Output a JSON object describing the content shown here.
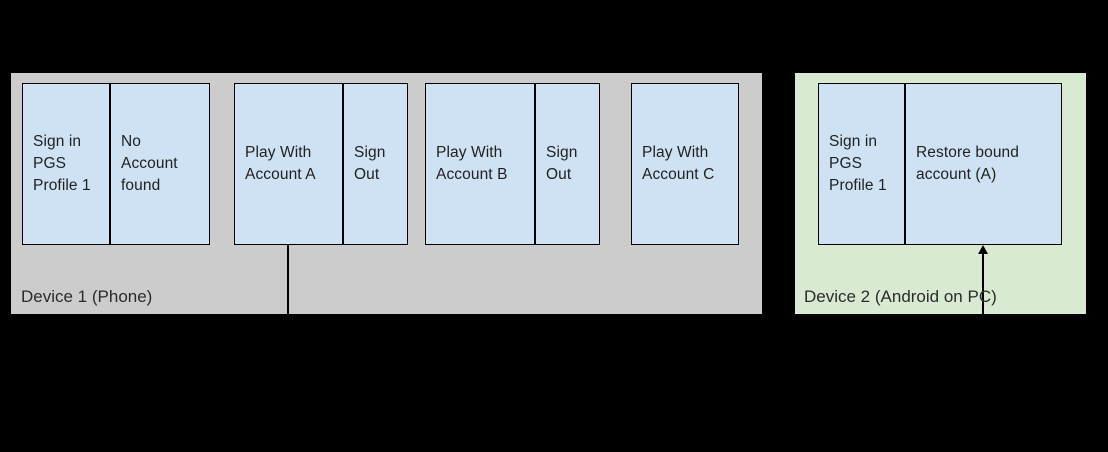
{
  "canvas": {
    "background_color": "#000000",
    "box_fill_color": "#cfe2f3",
    "box_border_color": "#000000",
    "device1_panel_color": "#cccccc",
    "device2_panel_color": "#d9ead3"
  },
  "device1": {
    "label": "Device 1 (Phone)",
    "groups": [
      {
        "cells": [
          "Sign in PGS Profile 1",
          "No Account found"
        ]
      },
      {
        "cells": [
          "Play With Account A",
          "Sign Out"
        ]
      },
      {
        "cells": [
          "Play With Account B",
          "Sign Out"
        ]
      },
      {
        "cells": [
          "Play With Account C"
        ]
      }
    ]
  },
  "device2": {
    "label": "Device 2 (Android on PC)",
    "groups": [
      {
        "cells": [
          "Sign in PGS Profile 1",
          "Restore bound account (A)"
        ]
      }
    ]
  }
}
